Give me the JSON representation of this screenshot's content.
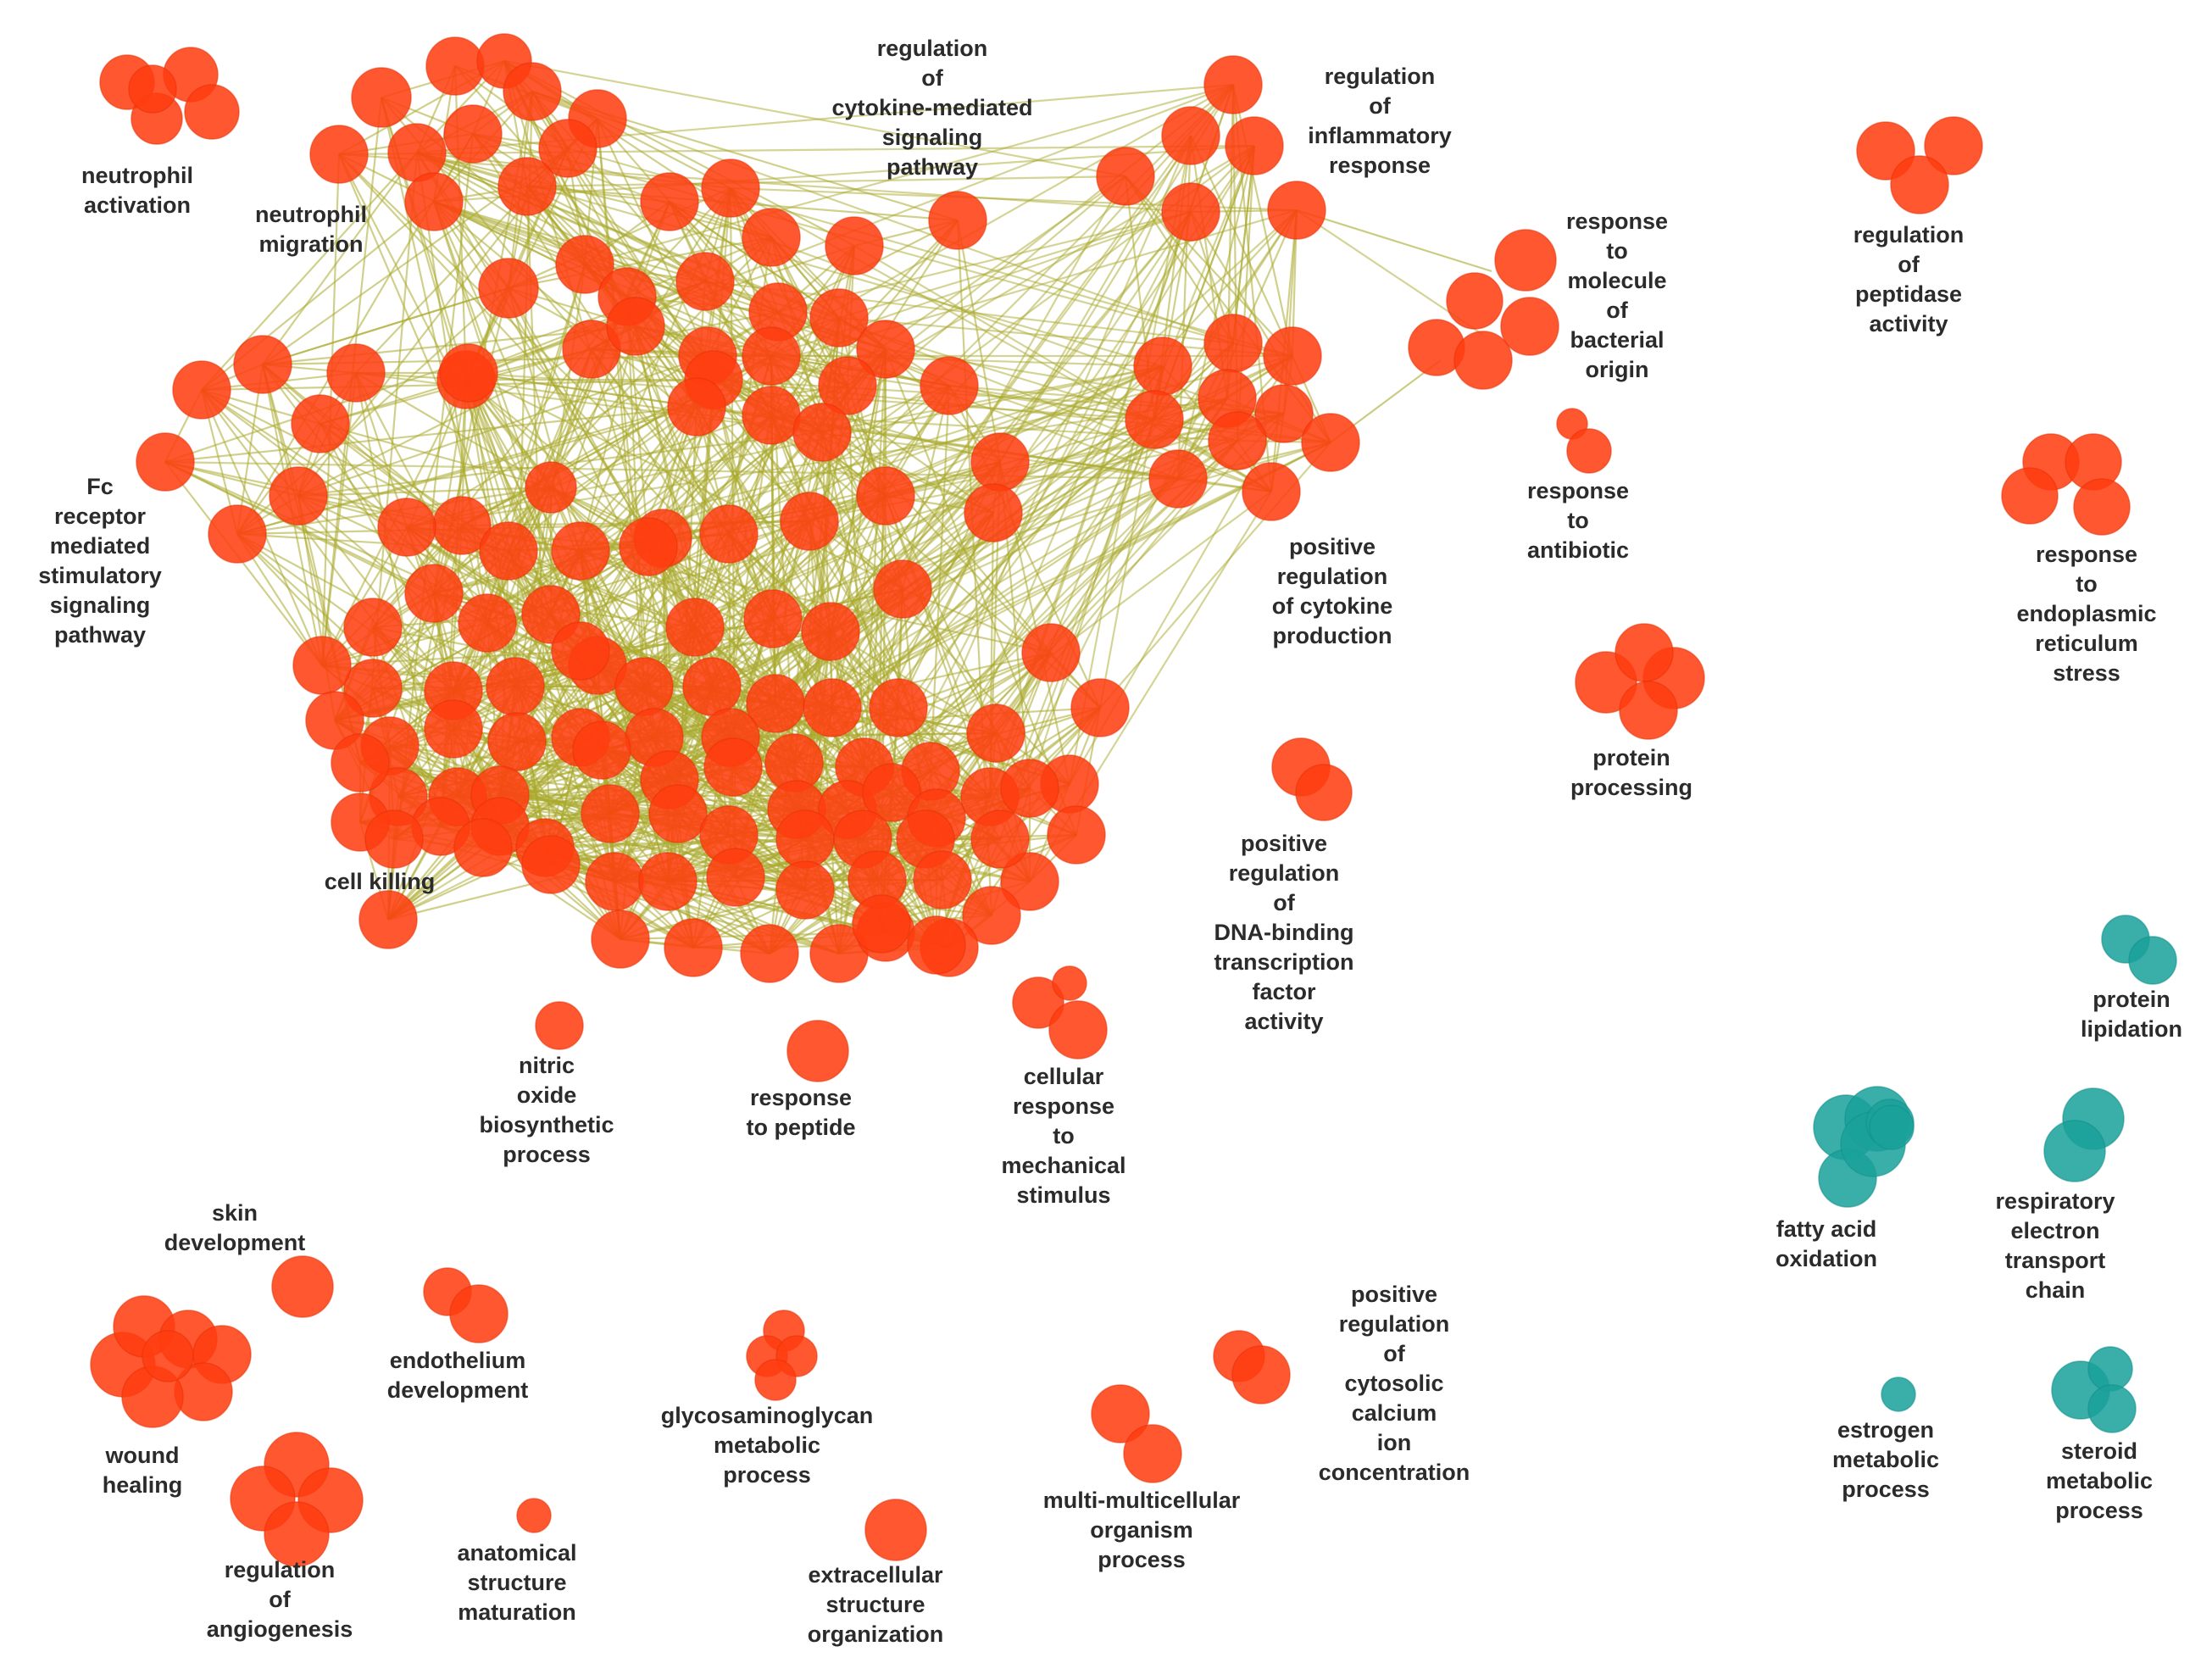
{
  "colors": {
    "red": "#ff3d0f",
    "red_stroke": "#e8330a",
    "teal": "#1aa19a",
    "teal_stroke": "#14918a",
    "edge": "#a9aa2e",
    "label": "#2b2b2b"
  },
  "labels": [
    {
      "id": "neutrophil-activation",
      "lines": [
        "neutrophil",
        "activation"
      ]
    },
    {
      "id": "neutrophil-migration",
      "lines": [
        "neutrophil",
        "migration"
      ]
    },
    {
      "id": "regulation-cytokine-signaling",
      "lines": [
        "regulation",
        "of",
        "cytokine-mediated",
        "signaling",
        "pathway"
      ]
    },
    {
      "id": "regulation-inflammatory-response",
      "lines": [
        "regulation",
        "of",
        "inflammatory",
        "response"
      ]
    },
    {
      "id": "response-bacterial-origin",
      "lines": [
        "response",
        "to",
        "molecule",
        "of",
        "bacterial",
        "origin"
      ]
    },
    {
      "id": "regulation-peptidase-activity",
      "lines": [
        "regulation",
        "of",
        "peptidase",
        "activity"
      ]
    },
    {
      "id": "fc-receptor",
      "lines": [
        "Fc",
        "receptor",
        "mediated",
        "stimulatory",
        "signaling",
        "pathway"
      ]
    },
    {
      "id": "response-antibiotic",
      "lines": [
        "response",
        "to",
        "antibiotic"
      ]
    },
    {
      "id": "positive-regulation-cytokine",
      "lines": [
        "positive",
        "regulation",
        "of cytokine",
        "production"
      ]
    },
    {
      "id": "response-er-stress",
      "lines": [
        "response",
        "to",
        "endoplasmic",
        "reticulum",
        "stress"
      ]
    },
    {
      "id": "protein-processing",
      "lines": [
        "protein",
        "processing"
      ]
    },
    {
      "id": "cell-killing",
      "lines": [
        "cell killing"
      ]
    },
    {
      "id": "positive-regulation-dna-binding",
      "lines": [
        "positive",
        "regulation",
        "of",
        "DNA-binding",
        "transcription",
        "factor",
        "activity"
      ]
    },
    {
      "id": "protein-lipidation",
      "lines": [
        "protein",
        "lipidation"
      ]
    },
    {
      "id": "nitric-oxide",
      "lines": [
        "nitric",
        "oxide",
        "biosynthetic",
        "process"
      ]
    },
    {
      "id": "response-peptide",
      "lines": [
        "response",
        "to peptide"
      ]
    },
    {
      "id": "cellular-response-mechanical",
      "lines": [
        "cellular",
        "response",
        "to",
        "mechanical",
        "stimulus"
      ]
    },
    {
      "id": "fatty-acid-oxidation",
      "lines": [
        "fatty acid",
        "oxidation"
      ]
    },
    {
      "id": "respiratory-electron",
      "lines": [
        "respiratory",
        "electron",
        "transport",
        "chain"
      ]
    },
    {
      "id": "skin-development",
      "lines": [
        "skin",
        "development"
      ]
    },
    {
      "id": "endothelium-development",
      "lines": [
        "endothelium",
        "development"
      ]
    },
    {
      "id": "wound-healing",
      "lines": [
        "wound",
        "healing"
      ]
    },
    {
      "id": "regulation-angiogenesis",
      "lines": [
        "regulation",
        "of",
        "angiogenesis"
      ]
    },
    {
      "id": "anatomical-structure",
      "lines": [
        "anatomical",
        "structure",
        "maturation"
      ]
    },
    {
      "id": "glycosaminoglycan",
      "lines": [
        "glycosaminoglycan",
        "metabolic",
        "process"
      ]
    },
    {
      "id": "extracellular-structure",
      "lines": [
        "extracellular",
        "structure",
        "organization"
      ]
    },
    {
      "id": "multi-multicellular",
      "lines": [
        "multi-multicellular",
        "organism",
        "process"
      ]
    },
    {
      "id": "positive-regulation-calcium",
      "lines": [
        "positive",
        "regulation",
        "of",
        "cytosolic",
        "calcium",
        "ion",
        "concentration"
      ]
    },
    {
      "id": "estrogen-metabolic",
      "lines": [
        "estrogen",
        "metabolic",
        "process"
      ]
    },
    {
      "id": "steroid-metabolic",
      "lines": [
        "steroid",
        "metabolic",
        "process"
      ]
    }
  ]
}
